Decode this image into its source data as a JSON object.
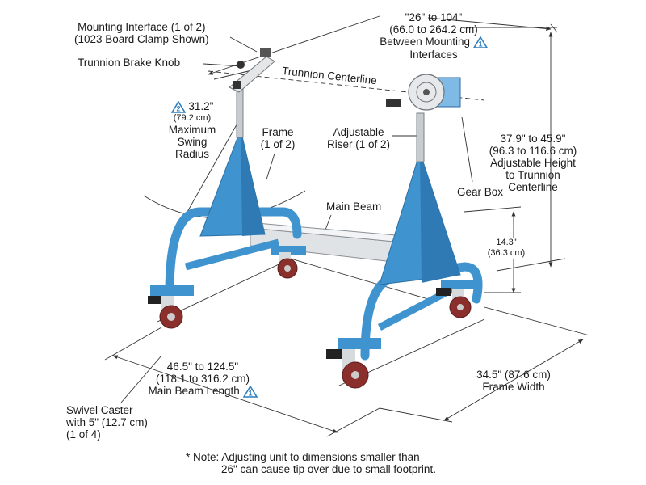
{
  "colors": {
    "frame_blue": "#3f94cf",
    "frame_blue_dark": "#2a6fa3",
    "beam_silver": "#d6d9dc",
    "wheel_red": "#8a2f2c",
    "caster_black": "#222222",
    "gearbox_blue": "#7fb9e6",
    "badge_blue": "#2d7fc1",
    "dim_line": "#333333"
  },
  "labels": {
    "mounting_interface_1": "Mounting Interface (1 of 2)",
    "mounting_interface_2": "(1023 Board Clamp Shown)",
    "brake_knob": "Trunnion Brake Knob",
    "trunnion_centerline": "Trunnion Centerline",
    "between_1": "\"26\" to 104\"",
    "between_2": "(66.0 to 264.2 cm)",
    "between_3": "Between Mounting",
    "between_4": "Interfaces",
    "swing_value": "31.2\"",
    "swing_metric": "(79.2 cm)",
    "swing_1": "Maximum",
    "swing_2": "Swing",
    "swing_3": "Radius",
    "frame_1": "Frame",
    "frame_2": "(1 of 2)",
    "riser_1": "Adjustable",
    "riser_2": "Riser (1 of 2)",
    "height_1": "37.9\" to 45.9\"",
    "height_2": "(96.3 to 116.6 cm)",
    "height_3": "Adjustable Height",
    "height_4": "to Trunnion",
    "height_5": "Centerline",
    "gear_box": "Gear Box",
    "main_beam": "Main Beam",
    "beam_height_1": "14.3\"",
    "beam_height_2": "(36.3 cm)",
    "beam_len_1": "46.5\" to 124.5\"",
    "beam_len_2": "(118.1 to 316.2 cm)",
    "beam_len_3": "Main Beam Length",
    "width_1": "34.5\" (87.6 cm)",
    "width_2": "Frame Width",
    "caster_1": "Swivel Caster",
    "caster_2": "with 5\" (12.7 cm)",
    "caster_3": "(1 of 4)",
    "note_1": "* Note: Adjusting unit to dimensions smaller than",
    "note_2": "26\" can cause tip over due to small footprint.",
    "badge_1": "1",
    "badge_2": "2"
  }
}
